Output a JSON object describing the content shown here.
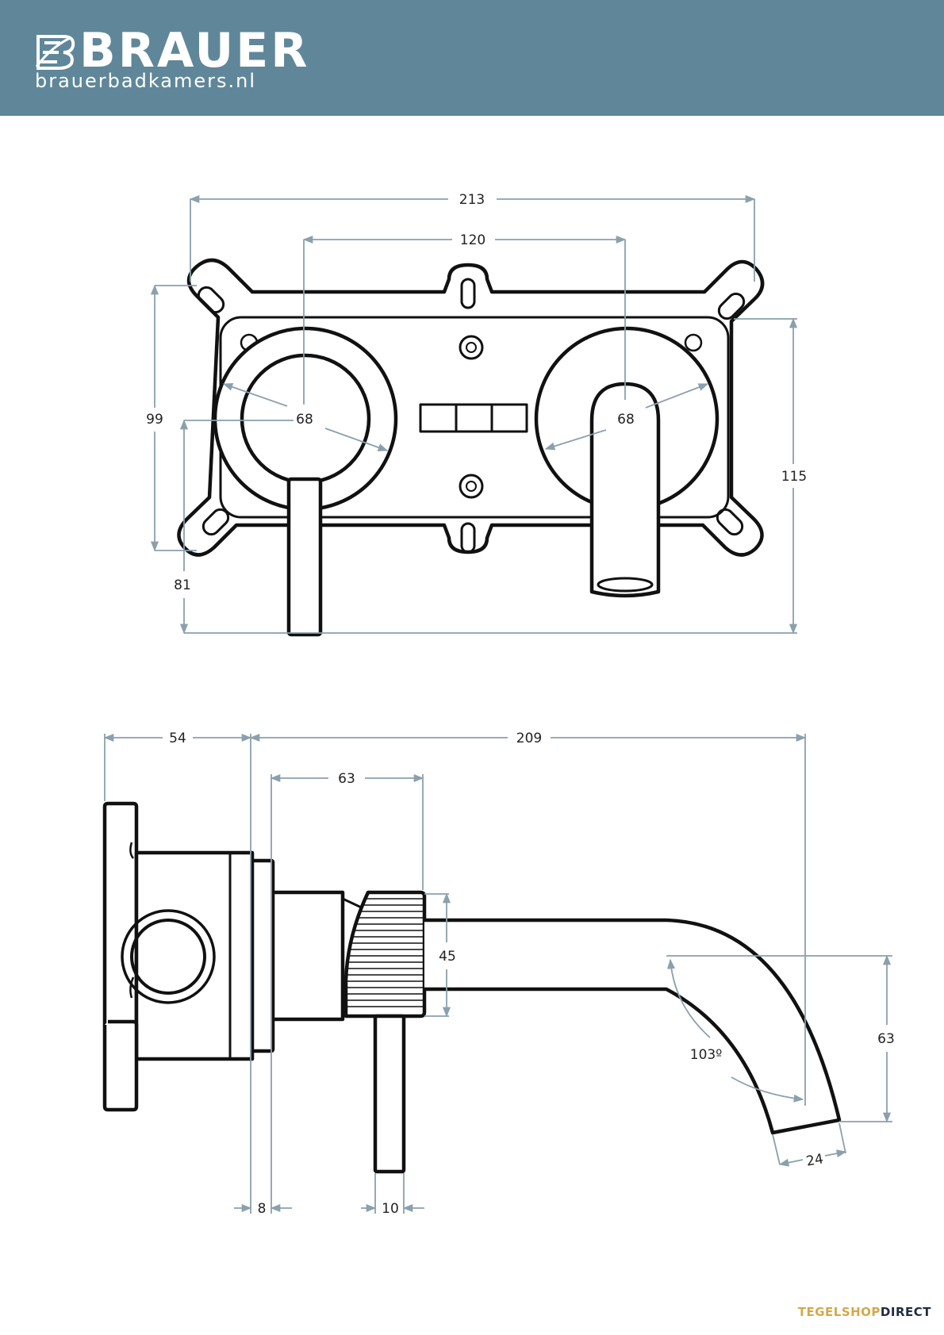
{
  "header": {
    "brand": "BRAUER",
    "website": "brauerbadkamers.nl",
    "background_color": "#5f8799"
  },
  "front_view": {
    "overall_width": "213",
    "center_distance": "120",
    "handle_diameter": "68",
    "spout_diameter": "68",
    "plate_height": "99",
    "handle_drop": "81",
    "total_height": "115"
  },
  "side_view": {
    "box_depth": "54",
    "projection": "209",
    "handle_offset": "63",
    "handle_height": "45",
    "spout_drop": "63",
    "bend_angle": "103º",
    "outlet_width": "24",
    "cover_gap": "8",
    "lever_width": "10"
  },
  "footer": {
    "part1": "TEGELSHOP",
    "part2": "DIRECT",
    "color1": "#d2a94a",
    "color2": "#1f2b44"
  }
}
